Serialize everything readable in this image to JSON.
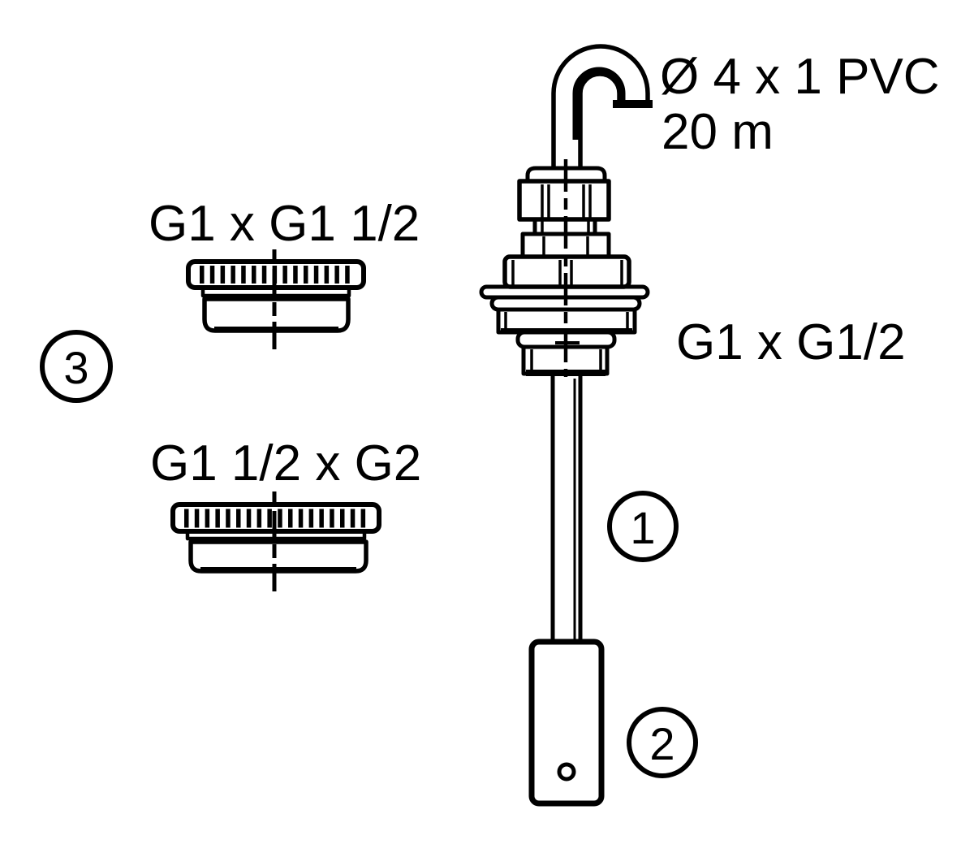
{
  "diagram": {
    "kind": "technical-parts-diagram",
    "colors": {
      "ink": "#000000",
      "background": "#ffffff"
    },
    "labels": {
      "cable_spec_line1": "Ø 4 x 1 PVC",
      "cable_spec_line2": "20 m",
      "probe_thread": "G1 x G1/2",
      "adapter_small": "G1 x G1 1/2",
      "adapter_large": "G1 1/2 x G2"
    },
    "callouts": {
      "item1": "1",
      "item2": "2",
      "item3": "3"
    }
  }
}
